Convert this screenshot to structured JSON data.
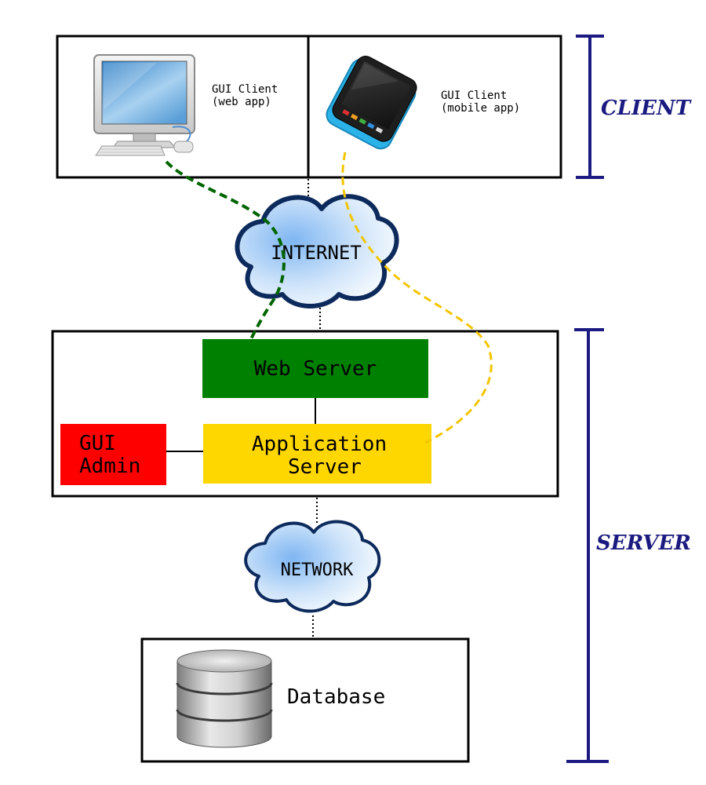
{
  "client_section": {
    "label": "CLIENT",
    "web_client_label_line1": "GUI Client",
    "web_client_label_line2": "(web app)",
    "mobile_client_label_line1": "GUI Client",
    "mobile_client_label_line2": "(mobile app)"
  },
  "internet_cloud": {
    "label": "INTERNET"
  },
  "server_section": {
    "label": "SERVER",
    "web_server_label": "Web Server",
    "app_server_label_line1": "Application",
    "app_server_label_line2": "Server",
    "gui_admin_label_line1": "GUI",
    "gui_admin_label_line2": "Admin"
  },
  "network_cloud": {
    "label": "NETWORK"
  },
  "database_box": {
    "label": "Database"
  },
  "colors": {
    "web_server": "#008000",
    "app_server": "#ffd700",
    "gui_admin": "#ff0000",
    "bracket": "#1a1a80",
    "web_path": "#006400",
    "mobile_path": "#f2c500",
    "cloud_stroke": "#0d2a5c"
  }
}
